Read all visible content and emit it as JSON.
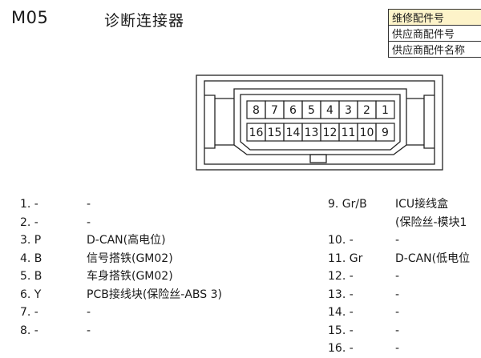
{
  "header": {
    "code": "M05",
    "title": "诊断连接器"
  },
  "info_table": [
    "维修配件号",
    "供应商配件号",
    "供应商配件名称"
  ],
  "connector": {
    "top_pins": [
      "8",
      "7",
      "6",
      "5",
      "4",
      "3",
      "2",
      "1"
    ],
    "bottom_pins": [
      "16",
      "15",
      "14",
      "13",
      "12",
      "11",
      "10",
      "9"
    ]
  },
  "pin_list_left": [
    {
      "num": "1. -",
      "signal": "-"
    },
    {
      "num": "2. -",
      "signal": "-"
    },
    {
      "num": "3. P",
      "signal": "D-CAN(高电位)"
    },
    {
      "num": "4. B",
      "signal": "信号搭铁(GM02)"
    },
    {
      "num": "5. B",
      "signal": "车身搭铁(GM02)"
    },
    {
      "num": "6. Y",
      "signal": "PCB接线块(保险丝-ABS 3)"
    },
    {
      "num": "7. -",
      "signal": "-"
    },
    {
      "num": "8. -",
      "signal": "-"
    }
  ],
  "pin_list_right": [
    {
      "num": "9. Gr/B",
      "signal": "ICU接线盒"
    },
    {
      "num": "",
      "signal": "(保险丝-模块1"
    },
    {
      "num": "10. -",
      "signal": "-"
    },
    {
      "num": "11. Gr",
      "signal": "D-CAN(低电位"
    },
    {
      "num": "12. -",
      "signal": "-"
    },
    {
      "num": "13. -",
      "signal": "-"
    },
    {
      "num": "14. -",
      "signal": "-"
    },
    {
      "num": "15. -",
      "signal": "-"
    },
    {
      "num": "16. -",
      "signal": "-"
    }
  ]
}
